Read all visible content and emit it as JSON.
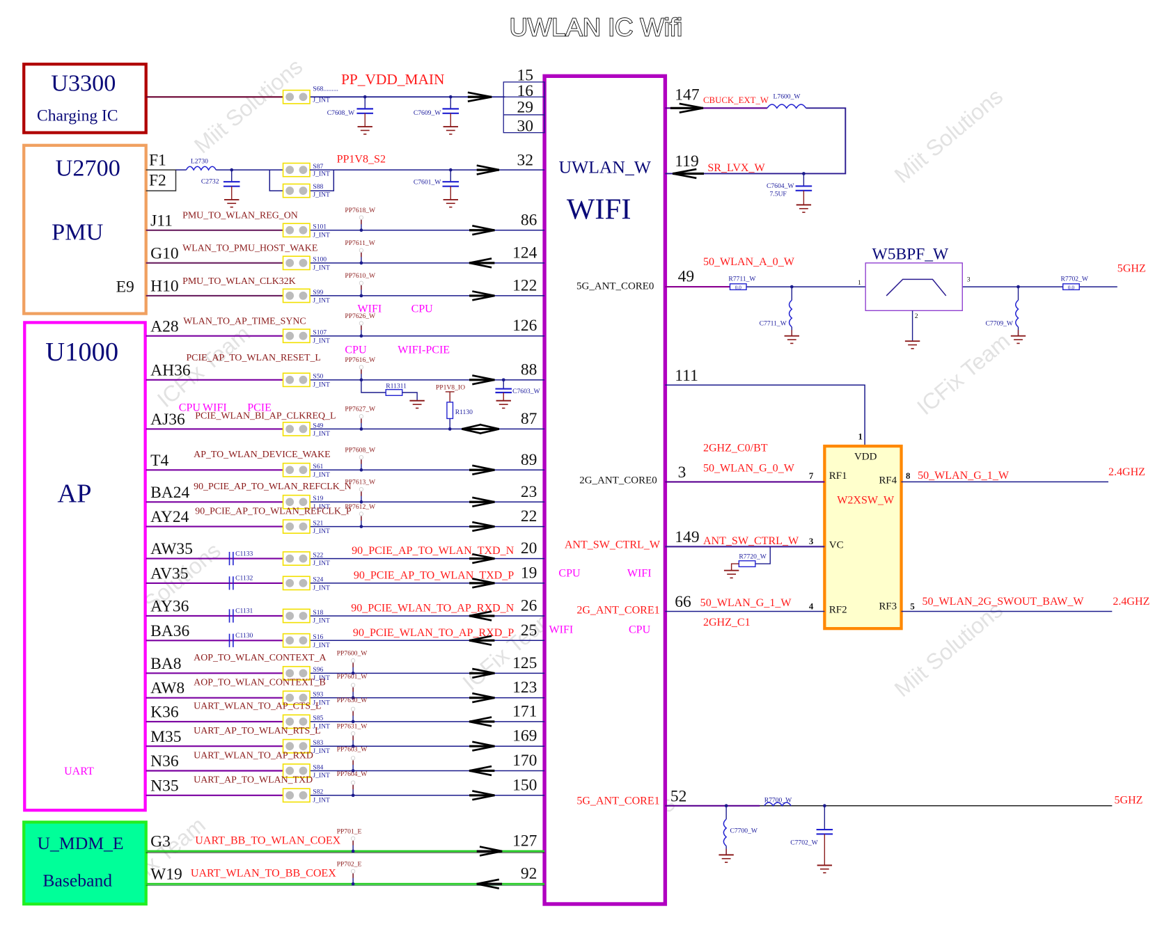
{
  "title": "UWLAN IC Wifi",
  "watermarks": [
    "Miit Solutions",
    "ICFix Team"
  ],
  "colors": {
    "charging_ic": "#b00000",
    "pmu": "#f0a060",
    "ap": "#ff00ff",
    "baseband_border": "#22ee22",
    "baseband_fill": "#00ff99",
    "wifi_ic": "#b000c0",
    "switch_border": "#ff8800",
    "switch_fill": "#ffffcc",
    "net_red": "#ff1a1a",
    "net_dark": "#8b1a1a",
    "wire": "#1a1a8c"
  },
  "blocks": {
    "charging": {
      "name": "U3300",
      "sub": "Charging IC"
    },
    "pmu": {
      "name": "U2700",
      "sub": "PMU",
      "pin": "E9"
    },
    "ap": {
      "name": "U1000",
      "sub": "AP",
      "tag": "UART"
    },
    "baseband": {
      "name": "U_MDM_E",
      "sub": "Baseband"
    },
    "wifi": {
      "name": "UWLAN_W",
      "sub": "WIFI"
    }
  },
  "power_rails": [
    {
      "net": "PP_VDD_MAIN",
      "jumper": "S68.........",
      "jtype": "J_INT",
      "caps": [
        "C7608_W",
        "C7609_W"
      ],
      "pins": [
        "15",
        "16",
        "29",
        "30"
      ]
    },
    {
      "net": "PP1V8_S2",
      "src_pins": [
        "F1",
        "F2"
      ],
      "inductor": "L2730",
      "cap": "C2732",
      "jumpers": [
        "S87",
        "S88"
      ],
      "jtype": "J_INT",
      "caps": [
        "C7601_W"
      ],
      "pins": [
        "32"
      ]
    }
  ],
  "signals": [
    {
      "src": "J11",
      "net": "PMU_TO_WLAN_REG_ON",
      "jumper": "S101",
      "tp": "PP7618_W",
      "pin": "86",
      "dir": "right",
      "group": "pmu"
    },
    {
      "src": "G10",
      "net": "WLAN_TO_PMU_HOST_WAKE",
      "jumper": "S100",
      "tp": "PP7611_W",
      "pin": "124",
      "dir": "left",
      "group": "pmu"
    },
    {
      "src": "H10",
      "net": "PMU_TO_WLAN_CLK32K",
      "jumper": "S99",
      "tp": "PP7610_W",
      "pin": "122",
      "dir": "right",
      "group": "pmu"
    },
    {
      "src": "A28",
      "net": "WLAN_TO_AP_TIME_SYNC",
      "jumper": "S107",
      "tp": "PP7626_W",
      "pin": "126",
      "dir": "none",
      "group": "ap",
      "tags": [
        "WIFI",
        "CPU"
      ]
    },
    {
      "src": "AH36",
      "net": "PCIE_AP_TO_WLAN_RESET_L",
      "jumper": "S50",
      "tp": "PP7616_W",
      "pin": "88",
      "dir": "right",
      "group": "ap",
      "tags": [
        "CPU",
        "WIFI-PCIE"
      ],
      "extra": {
        "res": "R11311",
        "cap": "C7603_W"
      }
    },
    {
      "src": "AJ36",
      "net": "PCIE_WLAN_BI_AP_CLKREQ_L",
      "jumper": "S49",
      "tp": "PP7627_W",
      "pin": "87",
      "dir": "both",
      "group": "ap",
      "tags": [
        "CPU",
        "WIFI",
        "PCIE"
      ],
      "extra": {
        "pull": "PP1V8_IO",
        "res": "R1130"
      }
    },
    {
      "src": "T4",
      "net": "AP_TO_WLAN_DEVICE_WAKE",
      "jumper": "S61",
      "tp": "PP7608_W",
      "pin": "89",
      "dir": "right",
      "group": "ap"
    },
    {
      "src": "BA24",
      "net": "90_PCIE_AP_TO_WLAN_REFCLK_N",
      "jumper": "S19",
      "tp": "PP7613_W",
      "pin": "23",
      "dir": "right",
      "group": "ap"
    },
    {
      "src": "AY24",
      "net": "90_PCIE_AP_TO_WLAN_REFCLK_P",
      "jumper": "S21",
      "tp": "PP7612_W",
      "pin": "22",
      "dir": "right",
      "group": "ap"
    },
    {
      "src": "AW35",
      "net": "90_PCIE_AP_TO_WLAN_TXD_N",
      "jumper": "S22",
      "cap": "C1133",
      "pin": "20",
      "dir": "right",
      "group": "ap",
      "red": true
    },
    {
      "src": "AV35",
      "net": "90_PCIE_AP_TO_WLAN_TXD_P",
      "jumper": "S24",
      "cap": "C1132",
      "pin": "19",
      "dir": "right",
      "group": "ap",
      "red": true
    },
    {
      "src": "AY36",
      "net": "90_PCIE_WLAN_TO_AP_RXD_N",
      "jumper": "S18",
      "cap": "C1131",
      "pin": "26",
      "dir": "left",
      "group": "ap",
      "red": true
    },
    {
      "src": "BA36",
      "net": "90_PCIE_WLAN_TO_AP_RXD_P",
      "jumper": "S16",
      "cap": "C1130",
      "pin": "25",
      "dir": "left",
      "group": "ap",
      "red": true
    },
    {
      "src": "BA8",
      "net": "AOP_TO_WLAN_CONTEXT_A",
      "jumper": "S96",
      "tp": "PP7600_W",
      "pin": "125",
      "dir": "right",
      "group": "ap"
    },
    {
      "src": "AW8",
      "net": "AOP_TO_WLAN_CONTEXT_B",
      "jumper": "S93",
      "tp": "PP7601_W",
      "pin": "123",
      "dir": "right",
      "group": "ap"
    },
    {
      "src": "K36",
      "net": "UART_WLAN_TO_AP_CTS_L",
      "jumper": "S85",
      "tp": "PP7630_W",
      "pin": "171",
      "dir": "left",
      "group": "ap"
    },
    {
      "src": "M35",
      "net": "UART_AP_TO_WLAN_RTS_L",
      "jumper": "S83",
      "tp": "PP7631_W",
      "pin": "169",
      "dir": "right",
      "group": "ap"
    },
    {
      "src": "N36",
      "net": "UART_WLAN_TO_AP_RXD",
      "jumper": "S84",
      "tp": "PP7603_W",
      "pin": "170",
      "dir": "left",
      "group": "ap"
    },
    {
      "src": "N35",
      "net": "UART_AP_TO_WLAN_TXD",
      "jumper": "S82",
      "tp": "PP7604_W",
      "pin": "150",
      "dir": "right",
      "group": "ap"
    },
    {
      "src": "G3",
      "net": "UART_BB_TO_WLAN_COEX",
      "tp": "PP701_E",
      "pin": "127",
      "dir": "right",
      "group": "bb"
    },
    {
      "src": "W19",
      "net": "UART_WLAN_TO_BB_COEX",
      "tp": "PP702_E",
      "pin": "92",
      "dir": "left",
      "group": "bb"
    }
  ],
  "wifi_labels": {
    "core0_5g": "5G_ANT_CORE0",
    "core0_2g": "2G_ANT_CORE0",
    "ant_sw": "ANT_SW_CTRL_W",
    "core1_2g": "2G_ANT_CORE1",
    "core1_5g": "5G_ANT_CORE1",
    "tags_a": [
      "CPU",
      "WIFI"
    ],
    "tags_b": [
      "WIFI",
      "CPU"
    ],
    "jint": "J_INT"
  },
  "right_side": {
    "buck": {
      "pin_out": "147",
      "net_out": "CBUCK_EXT_W",
      "inductor": "L7600_W",
      "pin_in": "119",
      "net_in": "SR_LVX_W",
      "cap": "C7604_W",
      "cap_val": "7.5UF"
    },
    "core0_5g": {
      "pin": "49",
      "net": "50_WLAN_A_0_W",
      "r1": "R7711_W",
      "r1_val": "0.0",
      "l1": "C7711_W",
      "filter": "W5BPF_W",
      "fpin_in": "1",
      "fpin_gnd": "2",
      "fpin_out": "3",
      "l2": "C7709_W",
      "r2": "R7702_W",
      "r2_val": "0.0",
      "band": "5GHZ"
    },
    "vdd": {
      "pin": "111"
    },
    "switch": {
      "name": "W2XSW_W",
      "vdd": "VDD",
      "vdd_pin": "1",
      "rf1": "RF1",
      "rf1_pin": "7",
      "rf4": "RF4",
      "rf4_pin": "8",
      "vc": "VC",
      "vc_pin": "3",
      "rf2": "RF2",
      "rf2_pin": "4",
      "rf3": "RF3",
      "rf3_pin": "5"
    },
    "core0_2g": {
      "pin": "3",
      "label": "2GHZ_C0/BT",
      "net": "50_WLAN_G_0_W"
    },
    "rf4_out": {
      "net": "50_WLAN_G_1_W",
      "band": "2.4GHZ"
    },
    "ant_ctrl": {
      "pin": "149",
      "net": "ANT_SW_CTRL_W",
      "res": "R7720_W"
    },
    "core1_2g": {
      "pin": "66",
      "net": "50_WLAN_G_1_W",
      "label": "2GHZ_C1"
    },
    "rf3_out": {
      "net": "50_WLAN_2G_SWOUT_BAW_W",
      "band": "2.4GHZ"
    },
    "core1_5g": {
      "pin": "52",
      "l1": "C7700_W",
      "ind": "R7700_W",
      "cap": "C7702_W",
      "band": "5GHZ"
    }
  }
}
